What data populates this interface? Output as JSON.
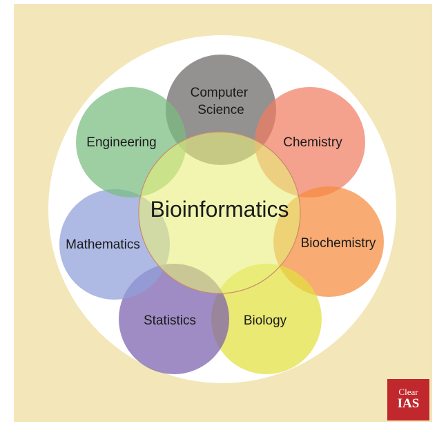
{
  "diagram": {
    "center": {
      "label": "Bioinformatics",
      "color": "#e8ef7a"
    },
    "fields": [
      {
        "label": "Computer Science",
        "lines": [
          "Computer",
          "Science"
        ],
        "color": "#6b6666"
      },
      {
        "label": "Chemistry",
        "lines": [
          "Chemistry"
        ],
        "color": "#f07d62"
      },
      {
        "label": "Biochemistry",
        "lines": [
          "Biochemistry"
        ],
        "color": "#f58a3c"
      },
      {
        "label": "Biology",
        "lines": [
          "Biology"
        ],
        "color": "#e2e03f"
      },
      {
        "label": "Statistics",
        "lines": [
          "Statistics"
        ],
        "color": "#7a60ad"
      },
      {
        "label": "Mathematics",
        "lines": [
          "Mathematics"
        ],
        "color": "#8f9fd9"
      },
      {
        "label": "Engineering",
        "lines": [
          "Engineering"
        ],
        "color": "#79bd7f"
      }
    ],
    "colors": {
      "background": "#f3e6b8",
      "outer_disc": "#ffffff"
    }
  },
  "logo": {
    "line1": "Clear",
    "line2": "IAS",
    "color": "#c0282d"
  }
}
